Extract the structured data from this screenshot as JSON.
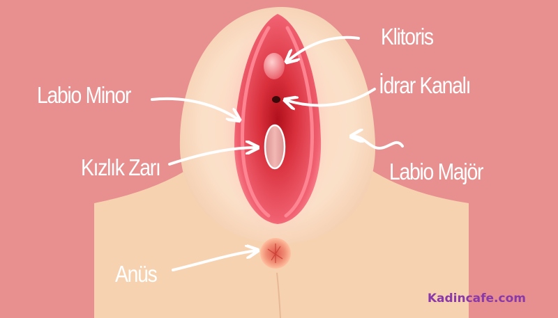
{
  "labels": {
    "klitoris": "Klitoris",
    "idrar_kanali": "İdrar Kanalı",
    "labio_minor": "Labio Minor",
    "kizlik_zari": "Kızlık Zarı",
    "labio_major": "Labio Majör",
    "anus": "Anüs"
  },
  "watermark": "Kadincafe.com",
  "colors": {
    "background": "#e89090",
    "skin": "#f7d2b0",
    "inner": "#e8404a",
    "arrow": "#ffffff",
    "watermark": "#8a3aa8"
  }
}
